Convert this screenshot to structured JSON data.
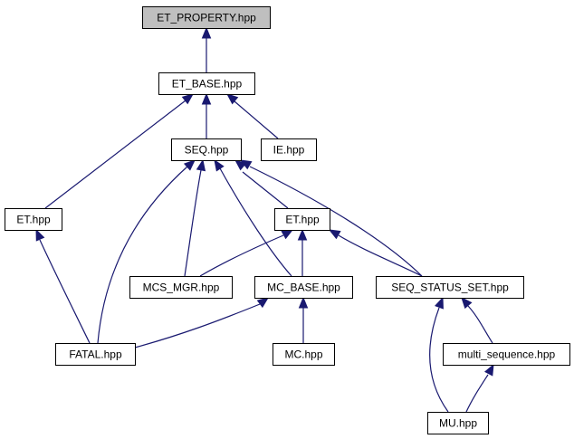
{
  "colors": {
    "edge": "#191970",
    "node_border": "#000000",
    "root_fill": "#bfbfbf",
    "node_fill": "#ffffff"
  },
  "nodes": [
    {
      "id": "et_property",
      "label": "ET_PROPERTY.hpp",
      "root": true
    },
    {
      "id": "et_base",
      "label": "ET_BASE.hpp"
    },
    {
      "id": "seq",
      "label": "SEQ.hpp"
    },
    {
      "id": "ie",
      "label": "IE.hpp"
    },
    {
      "id": "et_left",
      "label": "ET.hpp"
    },
    {
      "id": "et_mid",
      "label": "ET.hpp"
    },
    {
      "id": "mcs_mgr",
      "label": "MCS_MGR.hpp"
    },
    {
      "id": "mc_base",
      "label": "MC_BASE.hpp"
    },
    {
      "id": "seq_status_set",
      "label": "SEQ_STATUS_SET.hpp"
    },
    {
      "id": "fatal",
      "label": "FATAL.hpp"
    },
    {
      "id": "mc",
      "label": "MC.hpp"
    },
    {
      "id": "multi_sequence",
      "label": "multi_sequence.hpp"
    },
    {
      "id": "mu",
      "label": "MU.hpp"
    }
  ],
  "edges": [
    {
      "from": "et_base",
      "to": "et_property"
    },
    {
      "from": "seq",
      "to": "et_base"
    },
    {
      "from": "ie",
      "to": "et_base"
    },
    {
      "from": "et_left",
      "to": "et_base"
    },
    {
      "from": "et_mid",
      "to": "seq"
    },
    {
      "from": "mcs_mgr",
      "to": "seq"
    },
    {
      "from": "mc_base",
      "to": "seq"
    },
    {
      "from": "fatal",
      "to": "seq"
    },
    {
      "from": "seq_status_set",
      "to": "seq"
    },
    {
      "from": "fatal",
      "to": "et_left"
    },
    {
      "from": "mcs_mgr",
      "to": "et_mid"
    },
    {
      "from": "mc_base",
      "to": "et_mid"
    },
    {
      "from": "seq_status_set",
      "to": "et_mid"
    },
    {
      "from": "fatal",
      "to": "mc_base"
    },
    {
      "from": "mc",
      "to": "mc_base"
    },
    {
      "from": "multi_sequence",
      "to": "seq_status_set"
    },
    {
      "from": "mu",
      "to": "seq_status_set"
    },
    {
      "from": "mu",
      "to": "multi_sequence"
    }
  ]
}
